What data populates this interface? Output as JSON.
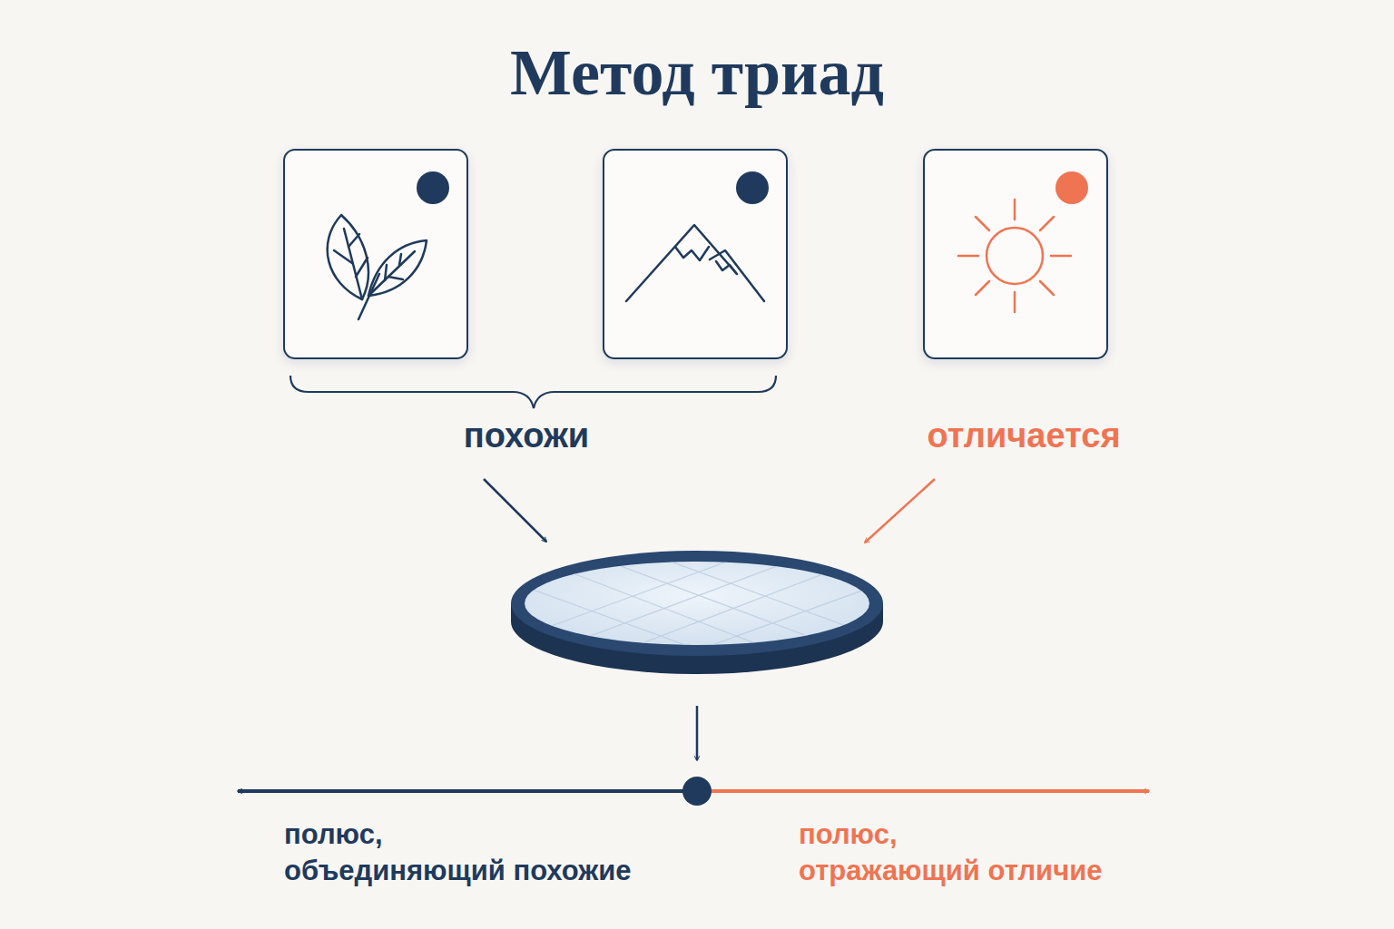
{
  "diagram": {
    "title": "Метод триад",
    "labels": [
      "похожи",
      "отличается",
      "полюс, объединяющий похожие",
      "полюс, отражающий отличие"
    ]
  }
}
